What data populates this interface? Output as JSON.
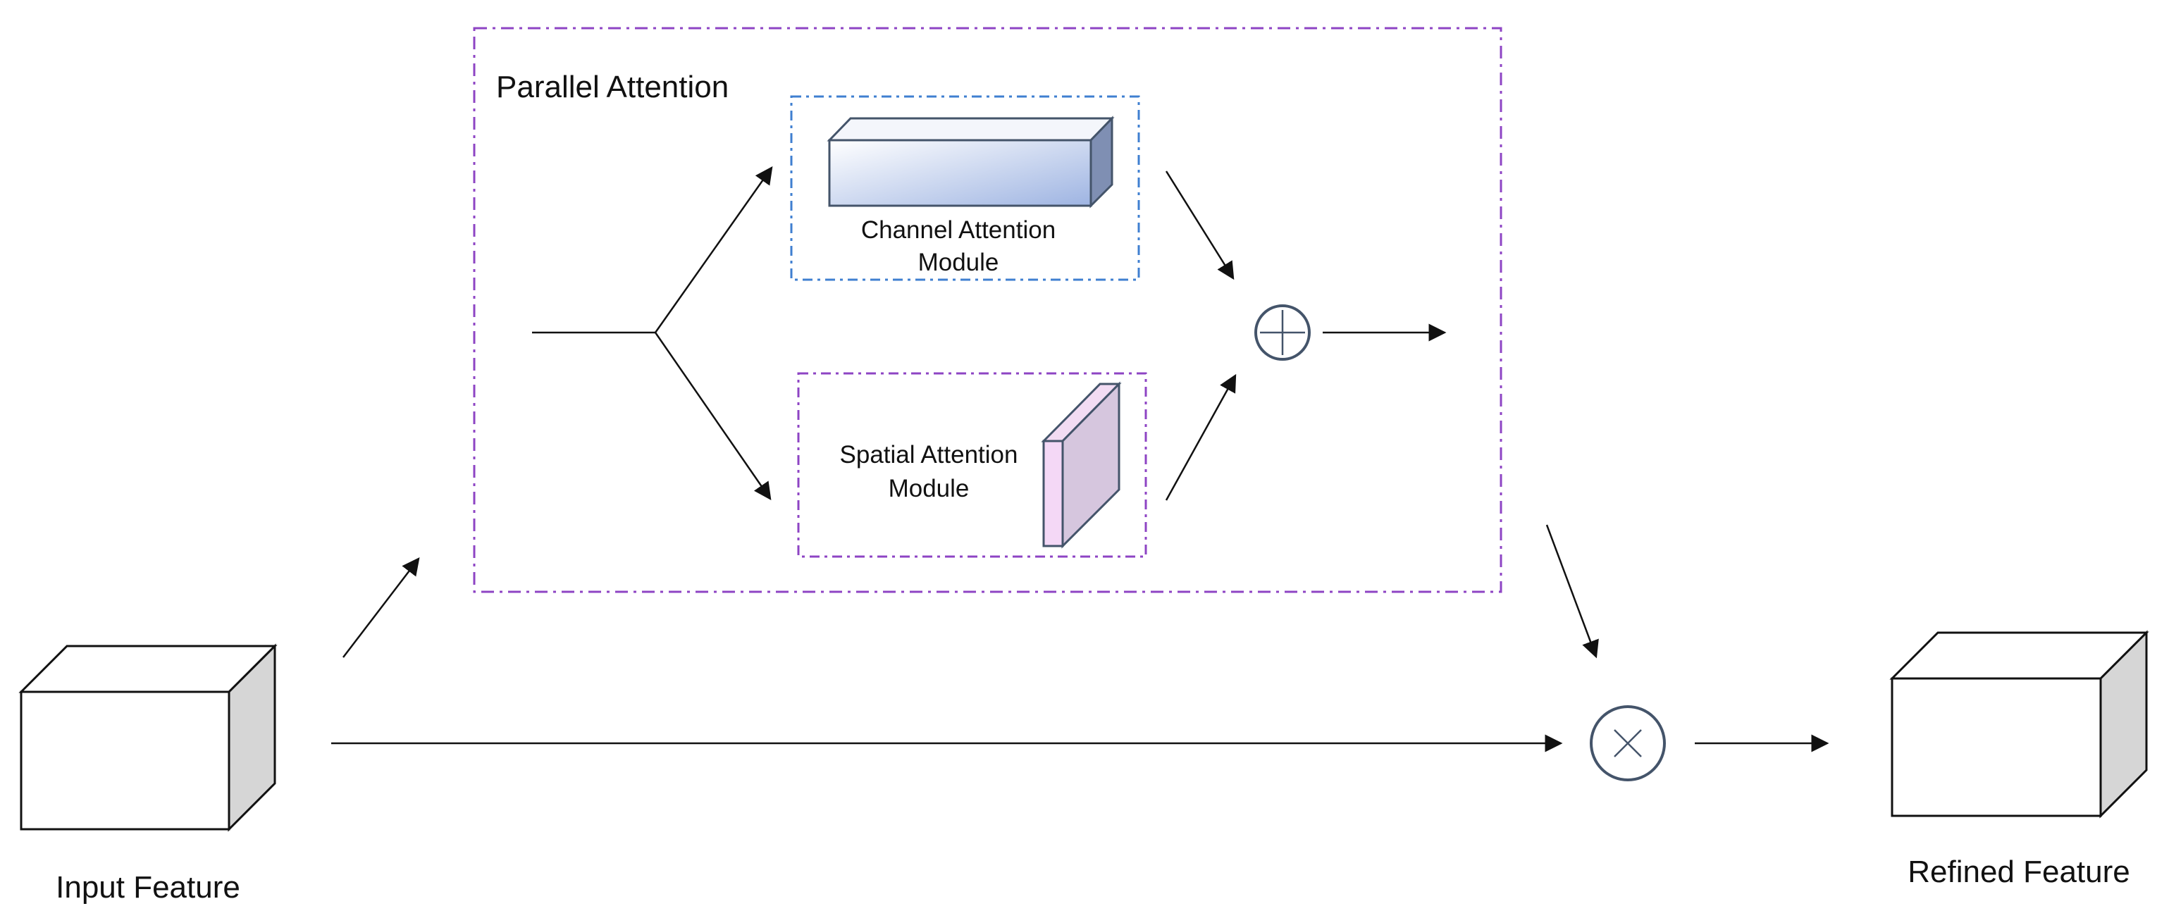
{
  "labels": {
    "parallel_attention": "Parallel Attention",
    "channel_attention_line1": "Channel Attention",
    "channel_attention_line2": "Module",
    "spatial_attention_line1": "Spatial Attention",
    "spatial_attention_line2": "Module",
    "input_feature": "Input Feature",
    "refined_feature": "Refined Feature"
  },
  "operators": {
    "add_symbol": "plus",
    "multiply_symbol": "times"
  },
  "colors": {
    "parallel_border": "#8e44c4",
    "channel_border": "#3f7fd0",
    "spatial_border": "#8e44c4",
    "channel_block_light": "#ffffff",
    "channel_block_dark": "#9eb4e2",
    "channel_block_side": "#7f8fb3",
    "spatial_block_front": "#f4d8f6",
    "spatial_block_face": "#d6c6de",
    "operator_stroke": "#44546a",
    "cube_side": "#d6d6d6",
    "line": "#111111"
  }
}
